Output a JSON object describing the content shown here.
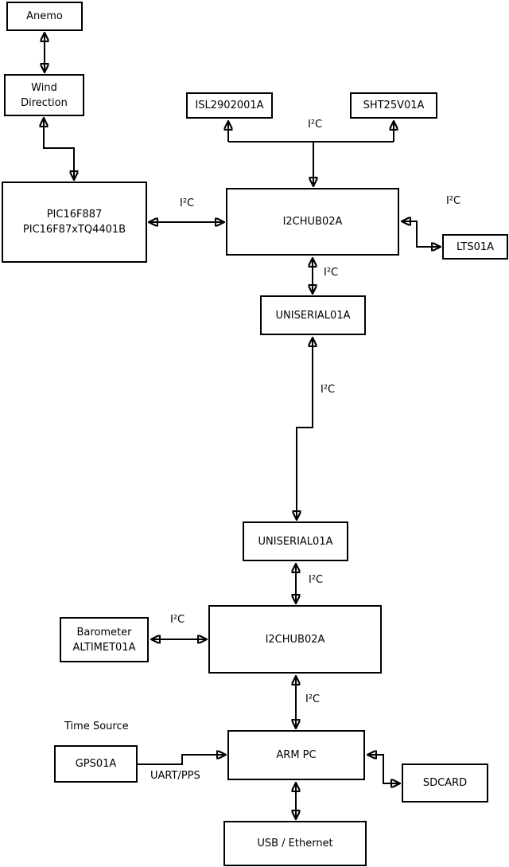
{
  "nodes": {
    "anemo": {
      "label": "Anemo"
    },
    "wind": {
      "line1": "Wind",
      "line2": "Direction"
    },
    "pic": {
      "line1": "PIC16F887",
      "line2": "PIC16F87xTQ4401B"
    },
    "isl": {
      "label": "ISL2902001A"
    },
    "sht": {
      "label": "SHT25V01A"
    },
    "hub1": {
      "label": "I2CHUB02A"
    },
    "lts": {
      "label": "LTS01A"
    },
    "uniserial1": {
      "label": "UNISERIAL01A"
    },
    "uniserial2": {
      "label": "UNISERIAL01A"
    },
    "hub2": {
      "label": "I2CHUB02A"
    },
    "barometer": {
      "line1": "Barometer",
      "line2": "ALTIMET01A"
    },
    "armpc": {
      "label": "ARM PC"
    },
    "gps": {
      "label": "GPS01A"
    },
    "sdcard": {
      "label": "SDCARD"
    },
    "usb": {
      "label": "USB / Ethernet"
    }
  },
  "edge_labels": {
    "i2c_sensor_bus": "I²C",
    "i2c_pic": "I²C",
    "i2c_lts": "I²C",
    "i2c_hub1_serial": "I²C",
    "i2c_serial_link": "I²C",
    "i2c_serial_hub2": "I²C",
    "i2c_barometer": "I²C",
    "i2c_hub2_arm": "I²C",
    "time_source": "Time Source",
    "uart_pps": "UART/PPS"
  },
  "colors": {
    "line": "#000000",
    "box_background": "#ffffff",
    "page_background": "#ffffff"
  }
}
